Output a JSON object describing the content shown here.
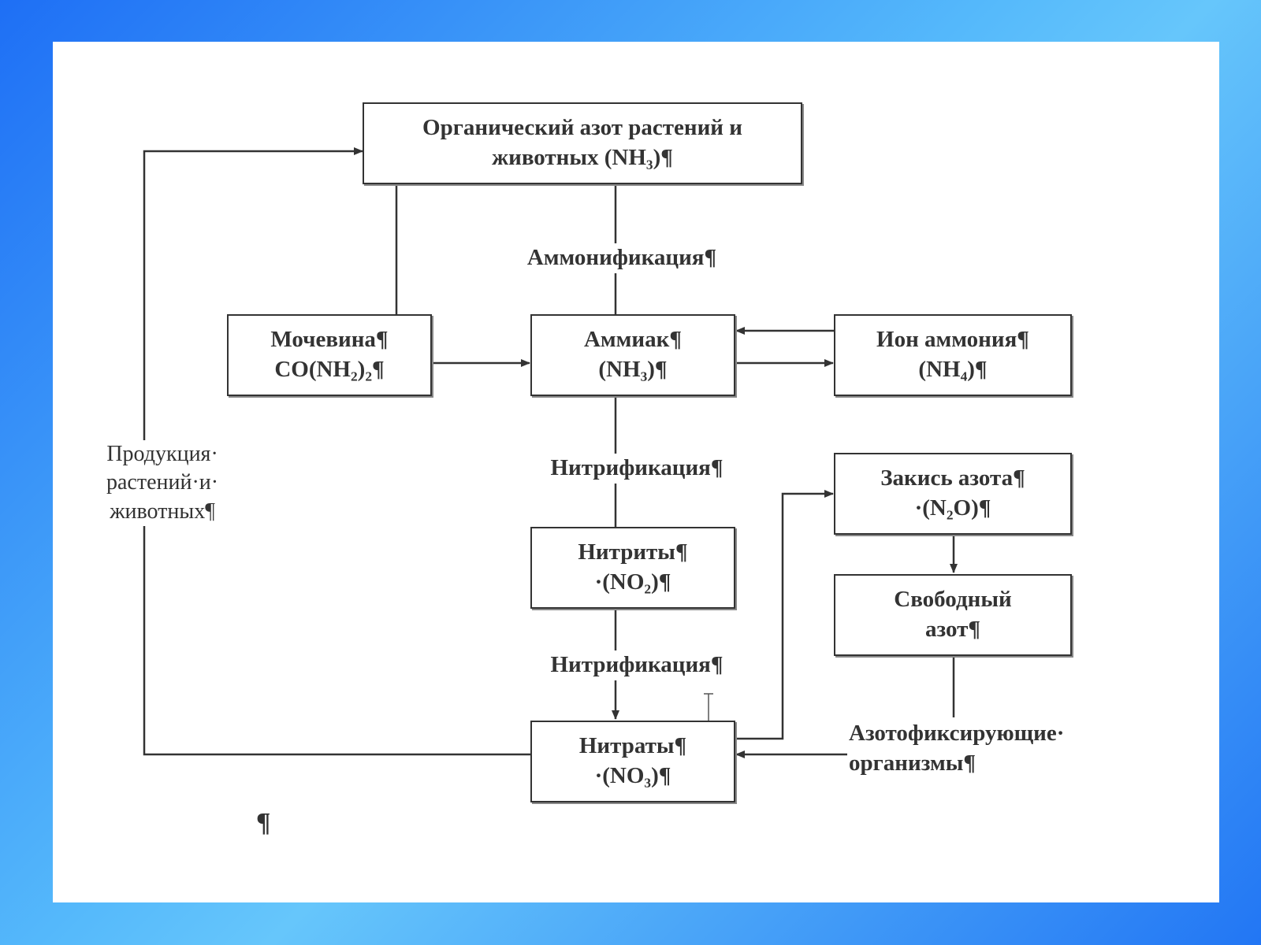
{
  "boxes": {
    "organic": [
      "Органический азот растений и",
      "животных (NH₃)¶"
    ],
    "urea": [
      "Мочевина¶",
      "CO(NH₂)₂¶"
    ],
    "ammonia": [
      "Аммиак¶",
      "(NH₃)¶"
    ],
    "ammonium": [
      "Ион аммония¶",
      "(NH₄)¶"
    ],
    "nitrous_oxide": [
      "Закись азота¶",
      "·(N₂O)¶"
    ],
    "nitrites": [
      "Нитриты¶",
      "·(NO₂)¶"
    ],
    "free_nitrogen": [
      "Свободный",
      "азот¶"
    ],
    "nitrates": [
      "Нитраты¶",
      "·(NO₃)¶"
    ]
  },
  "labels": {
    "ammonification": "Аммонификация¶",
    "nitrification_1": "Нитрификация¶",
    "nitrification_2": "Нитрификация¶",
    "production": [
      "Продукция·",
      "растений·и·",
      "животных¶"
    ],
    "fixing": [
      "Азотофиксирующие·",
      "организмы¶"
    ],
    "pilcrow": "¶"
  },
  "colors": {
    "line": "#333333",
    "box_border": "#333333",
    "background_gradient": [
      "#1e6ff5",
      "#66c6fb"
    ]
  }
}
